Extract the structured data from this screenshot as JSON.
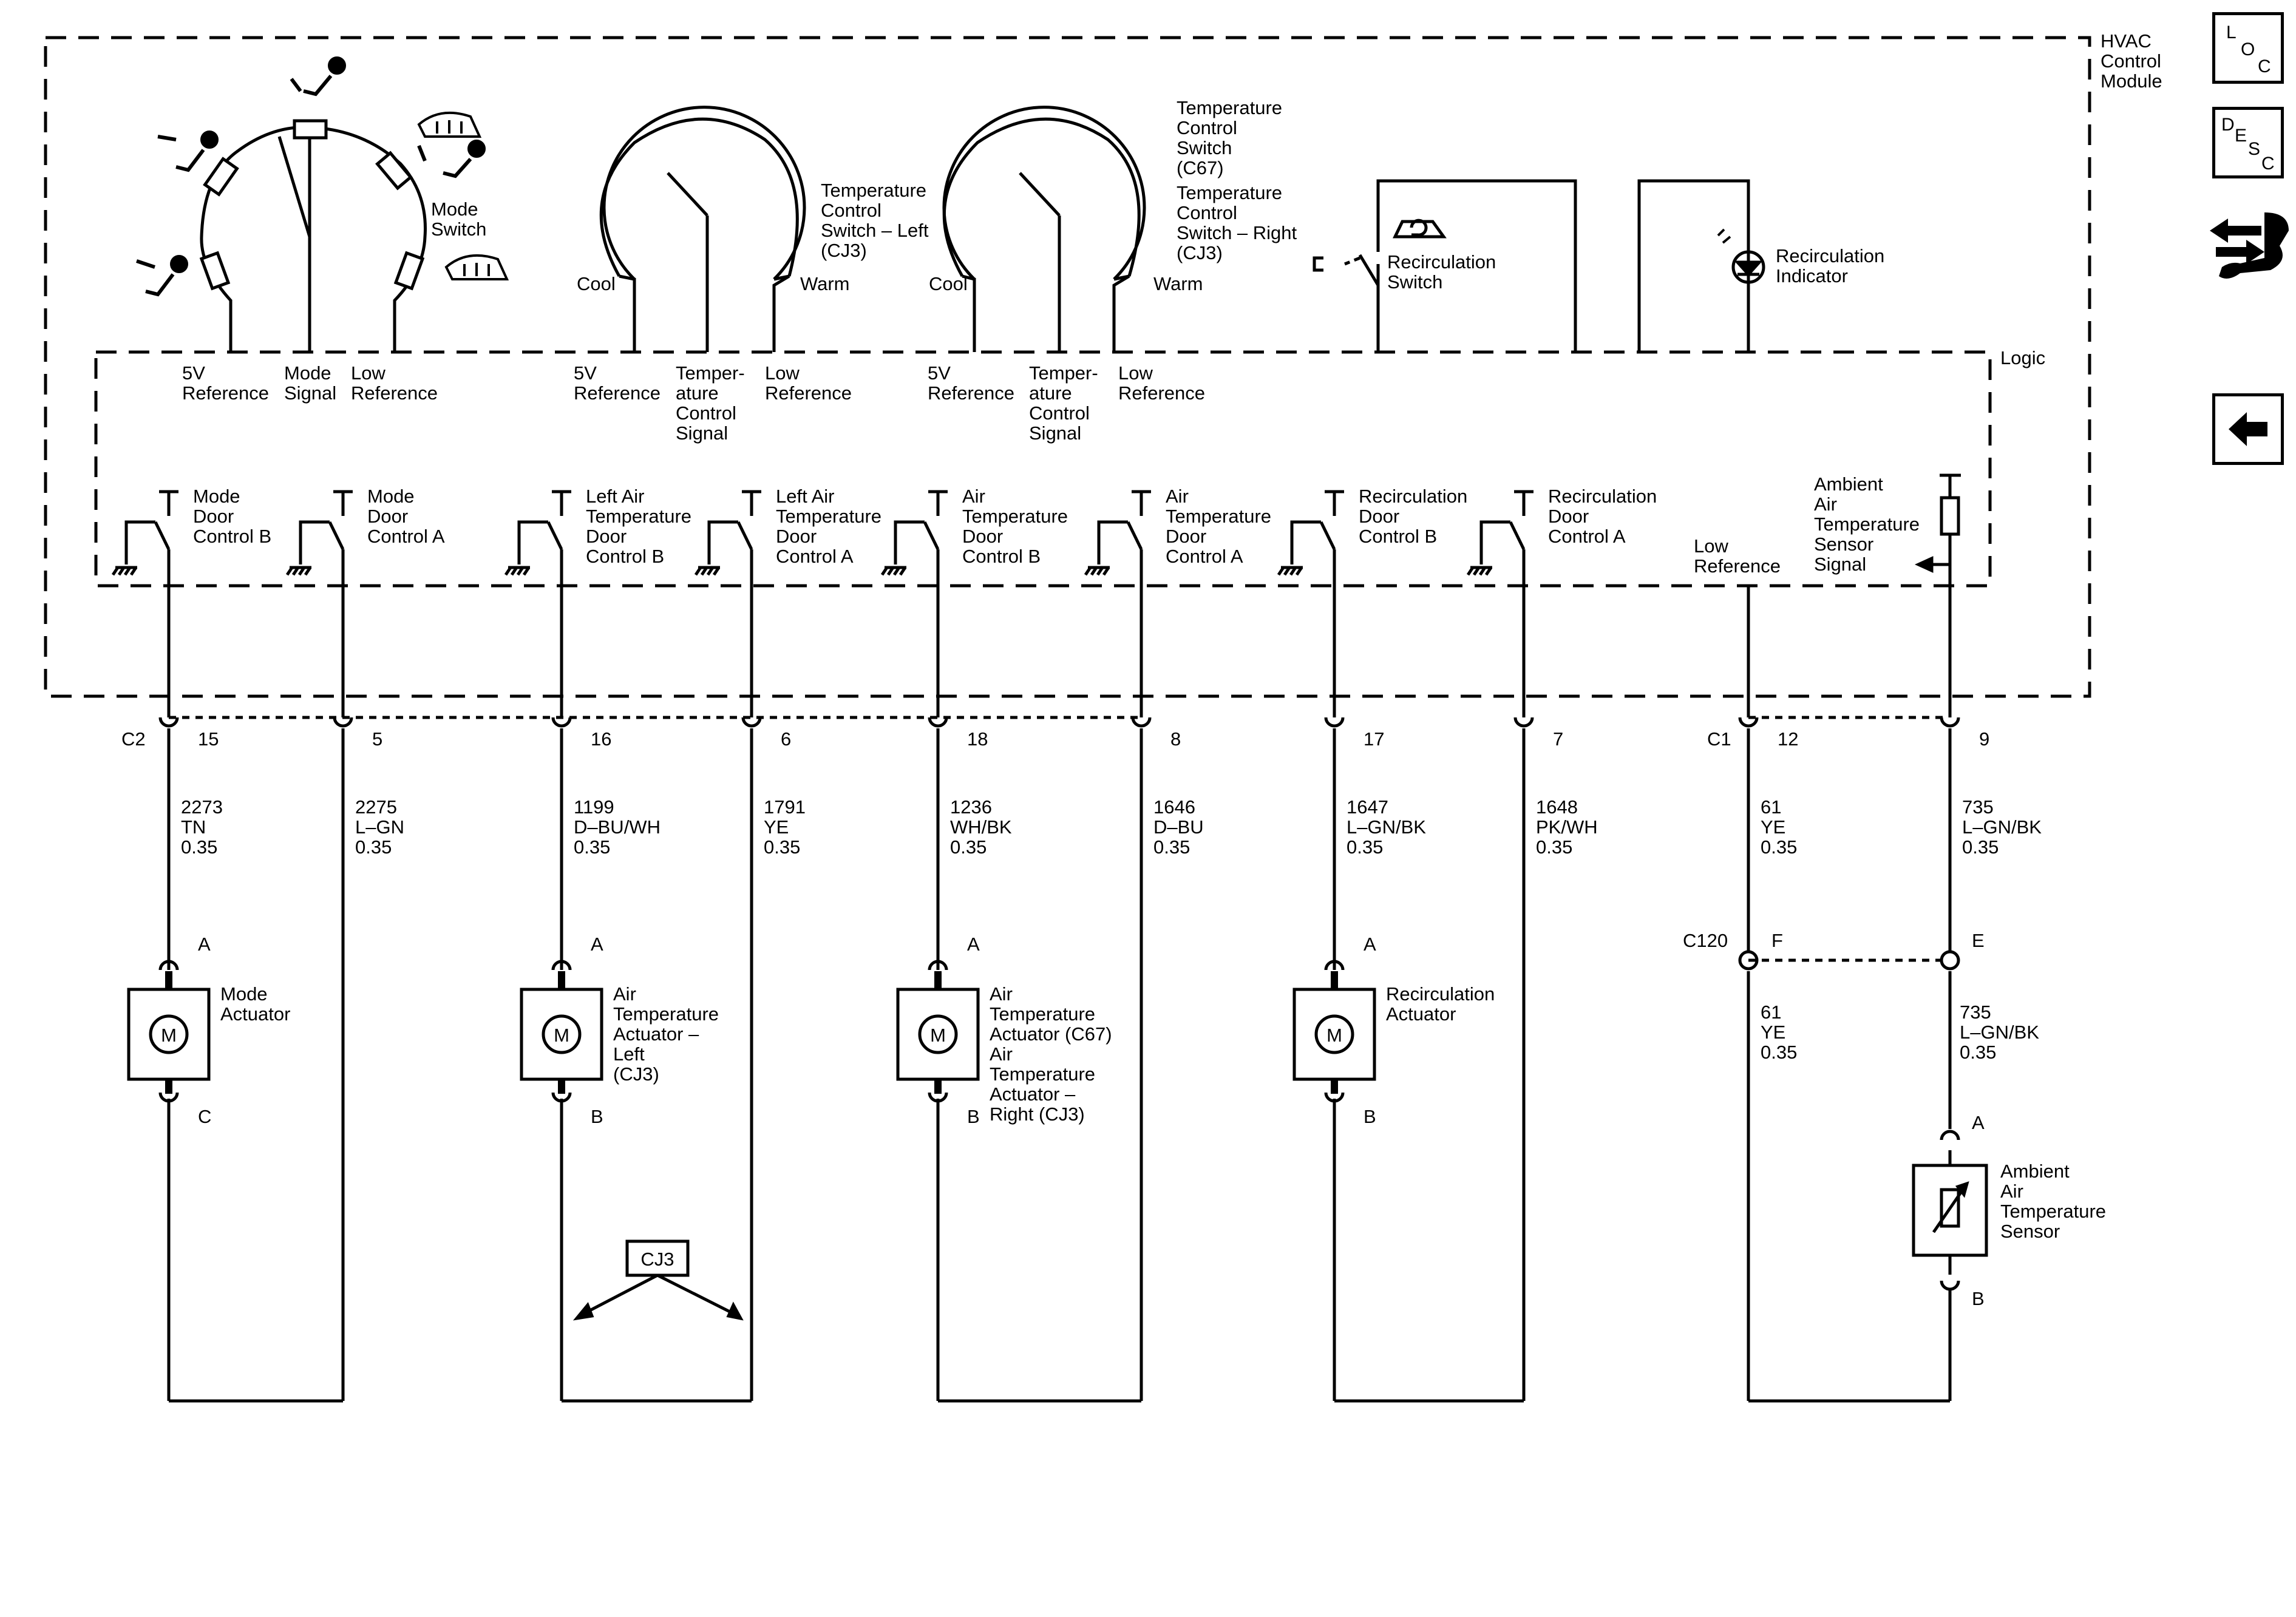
{
  "module": {
    "title_lines": [
      "HVAC",
      "Control",
      "Module"
    ],
    "logic_label": "Logic"
  },
  "nav": {
    "loc": [
      "L",
      "O",
      "C"
    ],
    "desc": [
      "D",
      "E",
      "S",
      "C"
    ],
    "tools_icon": "connector-tools-icon",
    "back_icon": "back-arrow-icon"
  },
  "mode_switch": {
    "label_lines": [
      "Mode",
      "Switch"
    ]
  },
  "temp_left": {
    "label_lines": [
      "Temperature",
      "Control",
      "Switch – Left",
      "(CJ3)"
    ],
    "cool": "Cool",
    "warm": "Warm"
  },
  "temp_right": {
    "label_lines": [
      "Temperature",
      "Control",
      "Switch",
      "(C67)",
      "Temperature",
      "Control",
      "Switch – Right",
      "(CJ3)"
    ],
    "cool": "Cool",
    "warm": "Warm"
  },
  "recirc_switch": {
    "label_lines": [
      "Recirculation",
      "Switch"
    ]
  },
  "recirc_indicator": {
    "label_lines": [
      "Recirculation",
      "Indicator"
    ]
  },
  "logic_inputs": [
    {
      "id": "mode-5v",
      "lines": [
        "5V",
        "Reference"
      ]
    },
    {
      "id": "mode-signal",
      "lines": [
        "Mode",
        "Signal"
      ]
    },
    {
      "id": "mode-low",
      "lines": [
        "Low",
        "Reference"
      ]
    },
    {
      "id": "tl-5v",
      "lines": [
        "5V",
        "Reference"
      ]
    },
    {
      "id": "tl-signal",
      "lines": [
        "Temper-",
        "ature",
        "Control",
        "Signal"
      ]
    },
    {
      "id": "tl-low",
      "lines": [
        "Low",
        "Reference"
      ]
    },
    {
      "id": "tr-5v",
      "lines": [
        "5V",
        "Reference"
      ]
    },
    {
      "id": "tr-signal",
      "lines": [
        "Temper-",
        "ature",
        "Control",
        "Signal"
      ]
    },
    {
      "id": "tr-low",
      "lines": [
        "Low",
        "Reference"
      ]
    }
  ],
  "drivers": [
    {
      "lines": [
        "Mode",
        "Door",
        "Control B"
      ]
    },
    {
      "lines": [
        "Mode",
        "Door",
        "Control A"
      ]
    },
    {
      "lines": [
        "Left Air",
        "Temperature",
        "Door",
        "Control B"
      ]
    },
    {
      "lines": [
        "Left Air",
        "Temperature",
        "Door",
        "Control A"
      ]
    },
    {
      "lines": [
        "Air",
        "Temperature",
        "Door",
        "Control B"
      ]
    },
    {
      "lines": [
        "Air",
        "Temperature",
        "Door",
        "Control A"
      ]
    },
    {
      "lines": [
        "Recirculation",
        "Door",
        "Control B"
      ]
    },
    {
      "lines": [
        "Recirculation",
        "Door",
        "Control A"
      ]
    }
  ],
  "sensor_logic": {
    "low_ref": [
      "Low",
      "Reference"
    ],
    "ambient": [
      "Ambient",
      "Air",
      "Temperature",
      "Sensor",
      "Signal"
    ]
  },
  "connectors": {
    "c2": "C2",
    "c1": "C1",
    "c120": "C120"
  },
  "circuits": [
    {
      "pin": "15",
      "circuit": "2273",
      "color": "TN",
      "gauge": "0.35"
    },
    {
      "pin": "5",
      "circuit": "2275",
      "color": "L–GN",
      "gauge": "0.35"
    },
    {
      "pin": "16",
      "circuit": "1199",
      "color": "D–BU/WH",
      "gauge": "0.35"
    },
    {
      "pin": "6",
      "circuit": "1791",
      "color": "YE",
      "gauge": "0.35"
    },
    {
      "pin": "18",
      "circuit": "1236",
      "color": "WH/BK",
      "gauge": "0.35"
    },
    {
      "pin": "8",
      "circuit": "1646",
      "color": "D–BU",
      "gauge": "0.35"
    },
    {
      "pin": "17",
      "circuit": "1647",
      "color": "L–GN/BK",
      "gauge": "0.35"
    },
    {
      "pin": "7",
      "circuit": "1648",
      "color": "PK/WH",
      "gauge": "0.35"
    },
    {
      "pin": "12",
      "circuit": "61",
      "color": "YE",
      "gauge": "0.35"
    },
    {
      "pin": "9",
      "circuit": "735",
      "color": "L–GN/BK",
      "gauge": "0.35"
    }
  ],
  "c120_pins": {
    "f": "F",
    "e": "E"
  },
  "lower_circuits": [
    {
      "circuit": "61",
      "color": "YE",
      "gauge": "0.35"
    },
    {
      "circuit": "735",
      "color": "L–GN/BK",
      "gauge": "0.35"
    }
  ],
  "actuators": [
    {
      "id": "mode",
      "lines": [
        "Mode",
        "Actuator"
      ],
      "pin_top": "A",
      "pin_bottom": "C"
    },
    {
      "id": "air-left",
      "lines": [
        "Air",
        "Temperature",
        "Actuator –",
        "Left",
        "(CJ3)"
      ],
      "pin_top": "A",
      "pin_bottom": "B"
    },
    {
      "id": "air",
      "lines": [
        "Air",
        "Temperature",
        "Actuator (C67)",
        "Air",
        "Temperature",
        "Actuator –",
        "Right (CJ3)"
      ],
      "pin_top": "A",
      "pin_bottom": "B"
    },
    {
      "id": "recirc",
      "lines": [
        "Recirculation",
        "Actuator"
      ],
      "pin_top": "A",
      "pin_bottom": "B"
    }
  ],
  "motor_symbol": "M",
  "ambient_sensor": {
    "lines": [
      "Ambient",
      "Air",
      "Temperature",
      "Sensor"
    ],
    "pin_top": "A",
    "pin_bottom": "B"
  },
  "cj3_label": "CJ3"
}
